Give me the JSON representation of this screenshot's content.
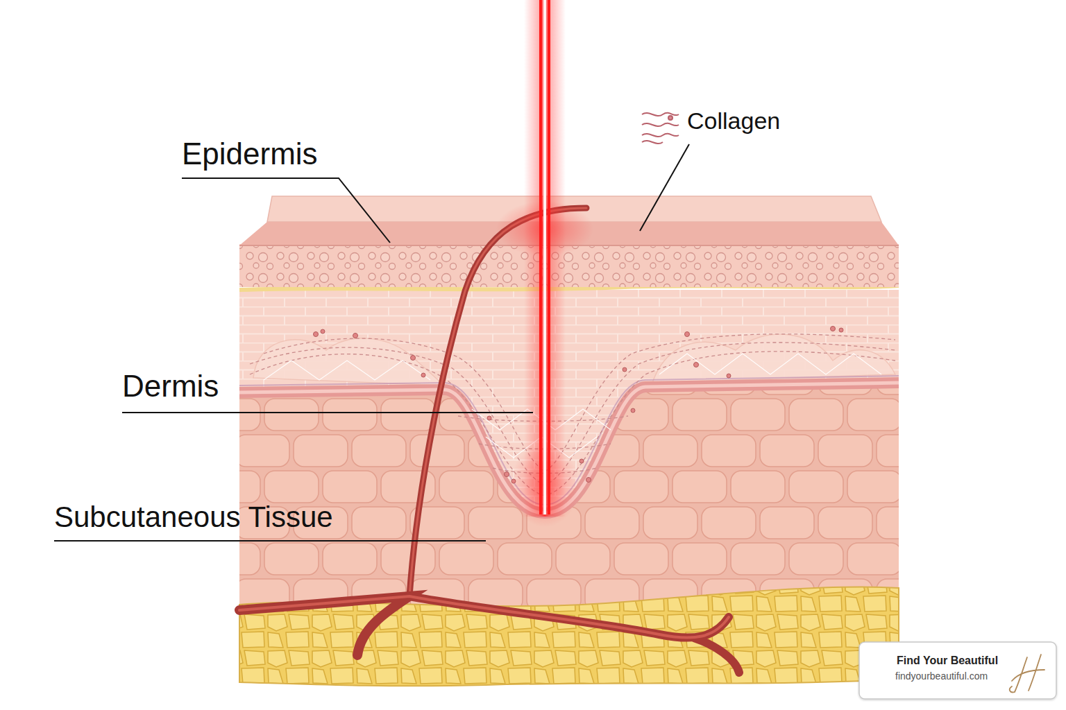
{
  "diagram": {
    "labels": [
      "Epidermis",
      "Collagen",
      "Dermis",
      "Subcutaneous Tissue",
      "Find Your Beautiful",
      "findyourbeautiful.com"
    ]
  }
}
